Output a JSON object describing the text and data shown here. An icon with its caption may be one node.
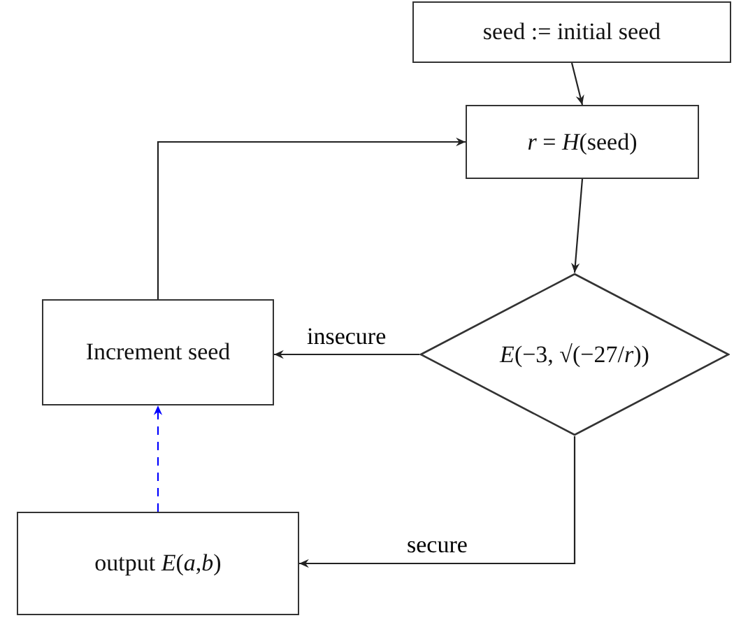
{
  "diagram": {
    "nodes": [
      {
        "text": [
          "seed := initial seed"
        ]
      },
      {
        "text": [
          "*r* = *H*(seed)"
        ]
      },
      {
        "text": [
          "*E*(−3, √(−27/*r*))"
        ]
      },
      {
        "text": [
          "Increment seed"
        ]
      },
      {
        "text": [
          "output *E*(*a*,*b*)"
        ]
      }
    ],
    "edges": [
      {
        "from": 0,
        "to": 1,
        "arrow": "to"
      },
      {
        "from": 1,
        "to": 2,
        "arrow": "to"
      },
      {
        "from": 2,
        "to": 3,
        "arrow": "to",
        "label": "insecure"
      },
      {
        "from": 2,
        "to": 4,
        "arrow": "to",
        "label": "secure"
      },
      {
        "from": 3,
        "to": 1,
        "arrow": "to"
      },
      {
        "from": 4,
        "to": 3,
        "arrow": "to",
        "style": "dashed",
        "color": "#0000ff"
      }
    ]
  }
}
